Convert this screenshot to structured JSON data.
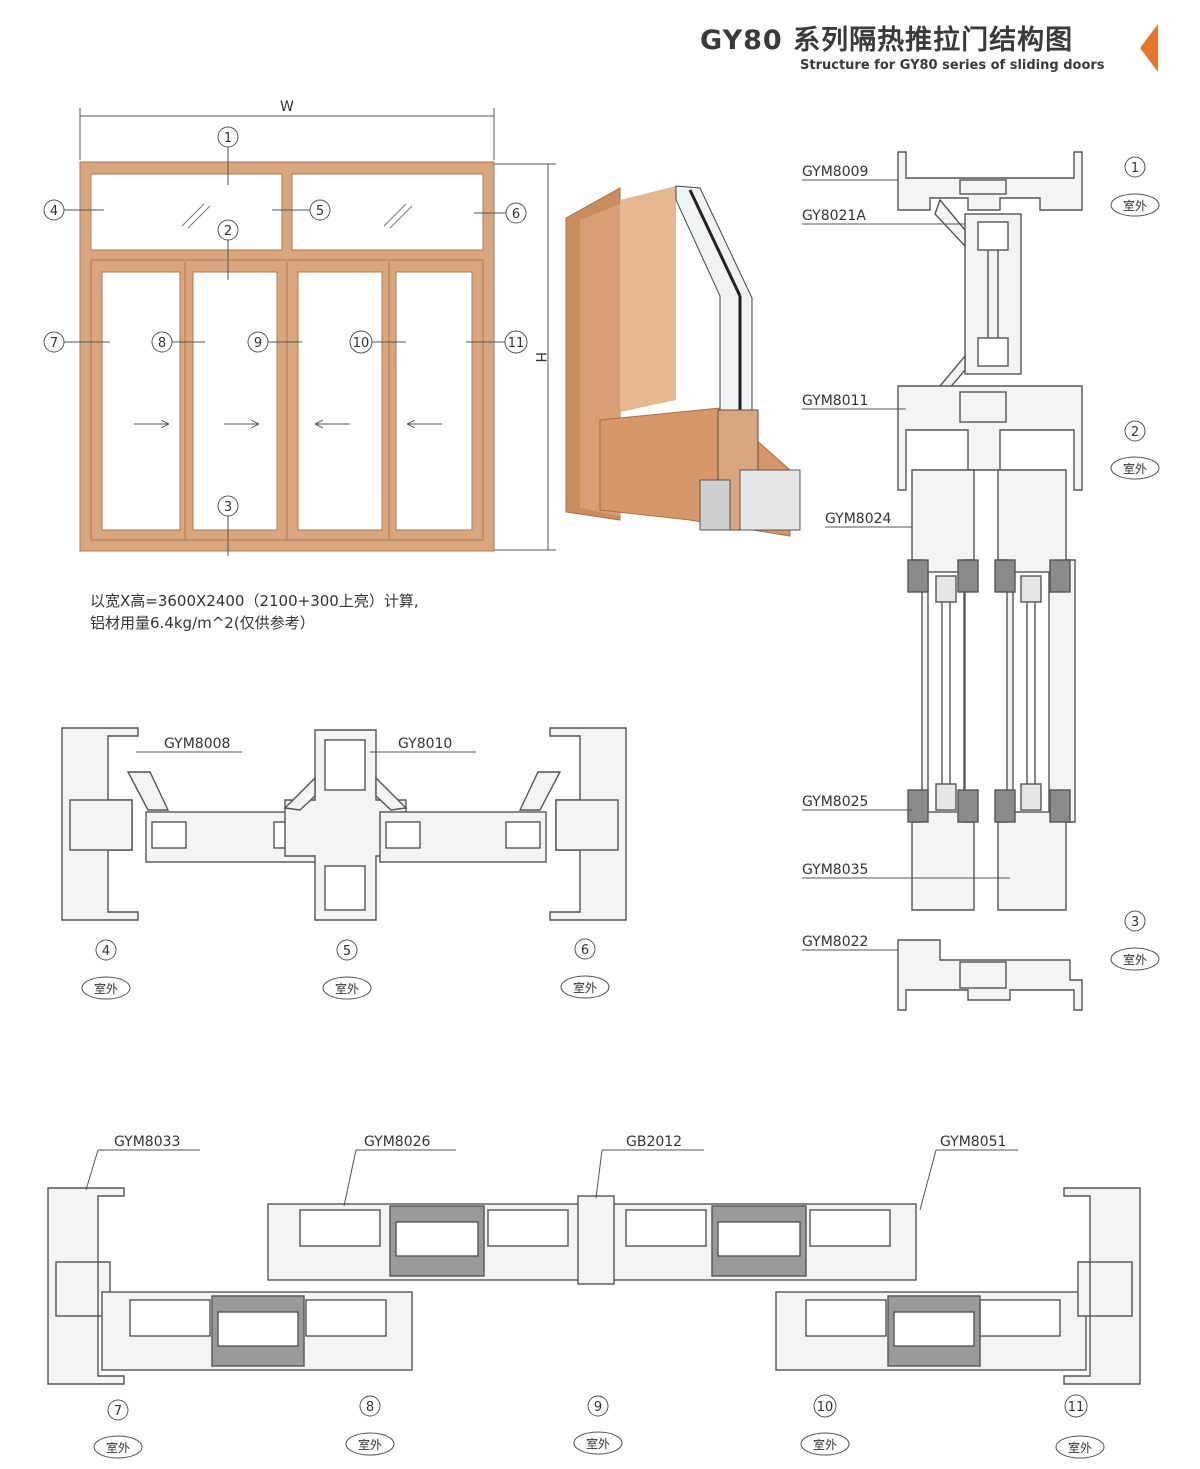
{
  "header": {
    "title": "GY80 系列隔热推拉门结构图",
    "subtitle": "Structure for GY80 series of sliding doors"
  },
  "note": {
    "line1": "以宽X高=3600X2400（2100+300上亮）计算,",
    "line2": "铝材用量6.4kg/m^2(仅供参考）"
  },
  "elevation": {
    "width_label": "W",
    "height_label": "H",
    "markers": [
      "1",
      "2",
      "3",
      "4",
      "5",
      "6",
      "7",
      "8",
      "9",
      "10",
      "11"
    ]
  },
  "vertical_section": {
    "labels": [
      "GYM8009",
      "GY8021A",
      "GYM8011",
      "GYM8024",
      "GYM8025",
      "GYM8035",
      "GYM8022"
    ],
    "markers": [
      "1",
      "2",
      "3"
    ],
    "side_tag": "室外"
  },
  "top_horizontal_section": {
    "labels": [
      "GYM8008",
      "GY8010"
    ],
    "markers": [
      "4",
      "5",
      "6"
    ],
    "side_tag": "室外"
  },
  "bottom_horizontal_section": {
    "labels": [
      "GYM8033",
      "GYM8026",
      "GB2012",
      "GYM8051"
    ],
    "markers": [
      "7",
      "8",
      "9",
      "10",
      "11"
    ],
    "side_tag": "室外"
  },
  "colors": {
    "frame": "#d9a77f",
    "frame_edge": "#b07a52",
    "profile": "#f2f2f2",
    "profile_edge": "#555555",
    "accent": "#e8732a"
  }
}
